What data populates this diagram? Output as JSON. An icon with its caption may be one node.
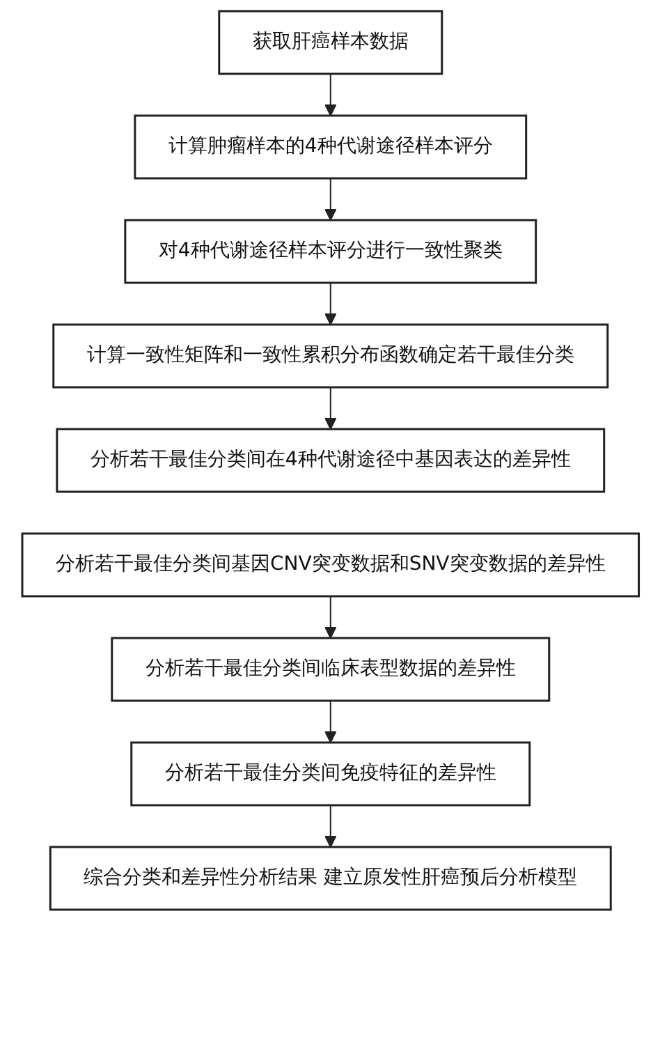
{
  "diagram": {
    "nodes": [
      {
        "text": [
          "获取肝癌样本数据"
        ]
      },
      {
        "text": [
          "计算肿瘤样本的4种代谢途径样本评分"
        ]
      },
      {
        "text": [
          "对4种代谢途径样本评分进行一致性聚类"
        ]
      },
      {
        "text": [
          "计算一致性矩阵和一致性累积分布函数确定若干最佳分类"
        ]
      },
      {
        "text": [
          "分析若干最佳分类间在4种代谢途径中基因表达的差异性"
        ]
      },
      {
        "text": [
          "分析若干最佳分类间基因CNV突变数据和SNV突变数据的差异性"
        ]
      },
      {
        "text": [
          "分析若干最佳分类间临床表型数据的差异性"
        ]
      },
      {
        "text": [
          "分析若干最佳分类间免疫特征的差异性"
        ]
      },
      {
        "text": [
          "综合分类和差异性分析结果 建立原发性肝癌预后分析模型"
        ]
      }
    ],
    "edges": [
      {
        "from": 0,
        "to": 1,
        "arrow": "to"
      },
      {
        "from": 1,
        "to": 2,
        "arrow": "to"
      },
      {
        "from": 2,
        "to": 3,
        "arrow": "to"
      },
      {
        "from": 3,
        "to": 4,
        "arrow": "to"
      },
      {
        "from": 5,
        "to": 6,
        "arrow": "to"
      },
      {
        "from": 6,
        "to": 7,
        "arrow": "to"
      },
      {
        "from": 7,
        "to": 8,
        "arrow": "to"
      }
    ]
  }
}
